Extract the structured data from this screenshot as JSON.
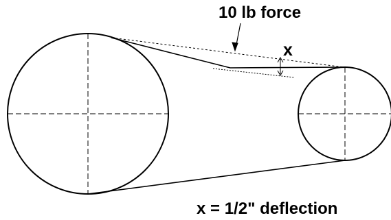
{
  "labels": {
    "force": "10 lb force",
    "deflection_symbol": "x",
    "caption": "x = 1/2\" deflection"
  },
  "colors": {
    "line": "#000000",
    "background": "#ffffff"
  }
}
